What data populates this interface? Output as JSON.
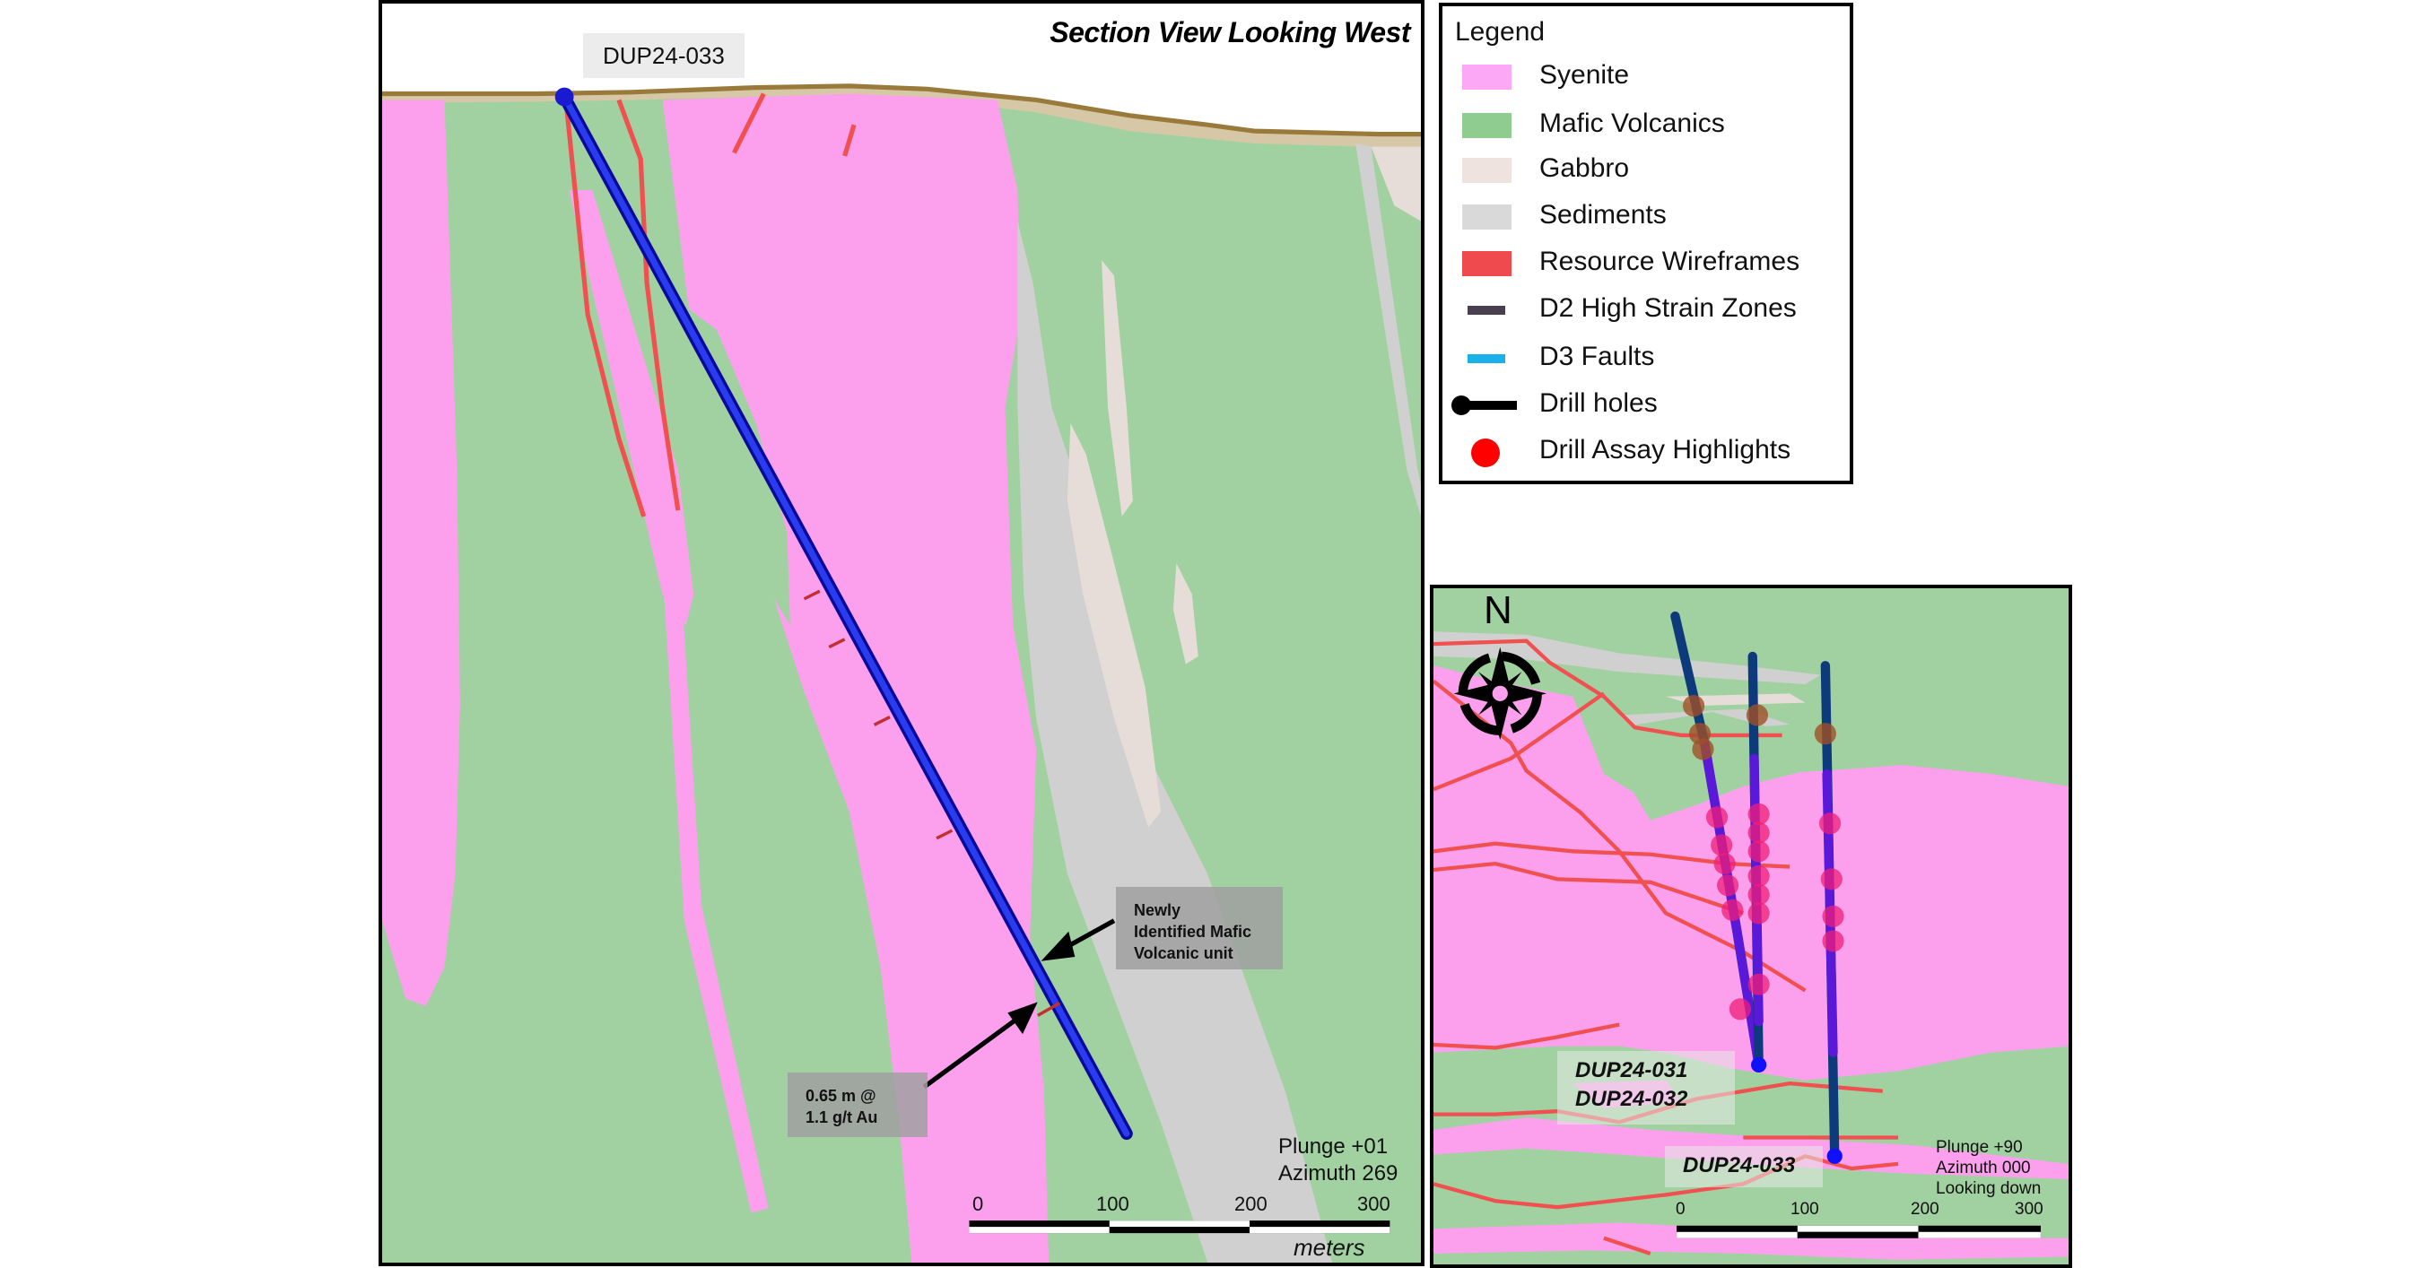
{
  "section_view": {
    "title": "Section View Looking West",
    "hole_label": "DUP24-033",
    "annotations": [
      {
        "lines": [
          "Newly",
          "Identified Mafic",
          "Volcanic unit"
        ]
      },
      {
        "lines": [
          "0.65 m @",
          "1.1 g/t Au"
        ]
      }
    ],
    "view_info": {
      "plunge": "Plunge +01",
      "azimuth": "Azimuth 269"
    },
    "scale_bar": {
      "ticks": [
        "0",
        "100",
        "200",
        "300"
      ],
      "unit": "meters"
    }
  },
  "legend": {
    "title": "Legend",
    "items": [
      {
        "label": "Syenite",
        "symbol": "fill-swatch",
        "color": "#fca8f6"
      },
      {
        "label": "Mafic Volcanics",
        "symbol": "fill-swatch",
        "color": "#8fcc8f"
      },
      {
        "label": "Gabbro",
        "symbol": "fill-swatch",
        "color": "#efe3df"
      },
      {
        "label": "Sediments",
        "symbol": "fill-swatch",
        "color": "#d9d9d9"
      },
      {
        "label": "Resource Wireframes",
        "symbol": "fill-swatch",
        "color": "#ef4b4f"
      },
      {
        "label": "D2 High Strain Zones",
        "symbol": "line",
        "color": "#4a3f4e"
      },
      {
        "label": "D3 Faults",
        "symbol": "line",
        "color": "#1ab0ea"
      },
      {
        "label": "Drill holes",
        "symbol": "pin-line",
        "color": "#000000"
      },
      {
        "label": "Drill Assay Highlights",
        "symbol": "dot",
        "color": "#ff0000"
      }
    ]
  },
  "plan_view": {
    "north_label": "N",
    "hole_labels": [
      {
        "lines": [
          "DUP24-031",
          "DUP24-032"
        ]
      },
      {
        "lines": [
          "DUP24-033"
        ]
      }
    ],
    "view_info": {
      "plunge": "Plunge +90",
      "azimuth": "Azimuth 000",
      "looking": "Looking down"
    },
    "scale_bar": {
      "ticks": [
        "0",
        "100",
        "200",
        "300"
      ]
    }
  },
  "colors": {
    "syenite": "#fca0ee",
    "mafic": "#a1d1a0",
    "gabbro": "#e6ddd8",
    "sediments": "#d0d0d0",
    "wireframe": "#f05050",
    "drillhole": "#1010d0",
    "overburden": "#d6c8a6",
    "surface": "#9a7a3a"
  }
}
